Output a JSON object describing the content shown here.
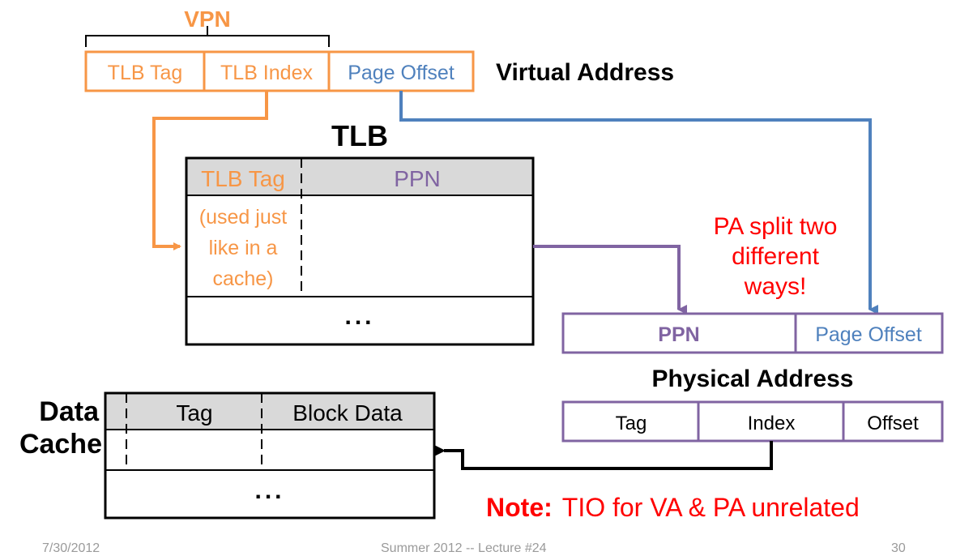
{
  "colors": {
    "orange": "#F79646",
    "blue": "#4F81BD",
    "purple": "#8064A2",
    "red": "#FF0000",
    "black": "#000000",
    "header_gray": "#D9D9D9"
  },
  "virtual_address": {
    "vpn_label": "VPN",
    "fields": [
      "TLB Tag",
      "TLB Index",
      "Page Offset"
    ],
    "label": "Virtual Address"
  },
  "tlb": {
    "title": "TLB",
    "headers": [
      "TLB Tag",
      "PPN"
    ],
    "note_lines": [
      "(used just",
      "like in a",
      "cache)"
    ],
    "ellipsis": "..."
  },
  "pa_note": [
    "PA split two",
    "different",
    "ways!"
  ],
  "physical_address": {
    "top_fields": [
      "PPN",
      "Page Offset"
    ],
    "label": "Physical Address",
    "bottom_fields": [
      "Tag",
      "Index",
      "Offset"
    ]
  },
  "data_cache": {
    "label_lines": [
      "Data",
      "Cache"
    ],
    "headers": [
      "Tag",
      "Block Data"
    ],
    "ellipsis": "..."
  },
  "note": {
    "prefix": "Note:",
    "text": "TIO for VA & PA unrelated"
  },
  "footer": {
    "date": "7/30/2012",
    "center": "Summer 2012 -- Lecture #24",
    "page": "30"
  }
}
